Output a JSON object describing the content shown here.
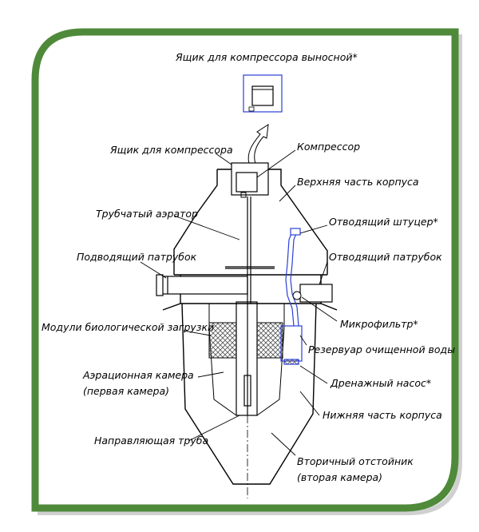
{
  "colors": {
    "frame_green": "#4f8a3a",
    "frame_shadow": "#9a9a9a",
    "line": "#000000",
    "accent_blue": "#2b3fd6",
    "media_hatch": "#555555"
  },
  "labels": {
    "remote_compressor_box": "Ящик для компрессора выносной*",
    "compressor_box": "Ящик для компрессора",
    "compressor": "Компрессор",
    "upper_body": "Верхняя часть корпуса",
    "tube_aerator": "Трубчатый аэратор",
    "outlet_fitting": "Отводящий штуцер*",
    "inlet_pipe": "Подводящий патрубок",
    "outlet_pipe": "Отводящий патрубок",
    "microfilter": "Микрофильтр*",
    "bio_media": "Модули биологической загрузки",
    "clean_water_tank": "Резервуар очищенной воды",
    "aeration_chamber_1": "Аэрационная камера",
    "aeration_chamber_2": "(первая камера)",
    "drain_pump": "Дренажный насос*",
    "lower_body": "Нижняя часть корпуса",
    "guide_pipe": "Направляющая труба",
    "secondary_settler_1": "Вторичный отстойник",
    "secondary_settler_2": "(вторая камера)"
  }
}
